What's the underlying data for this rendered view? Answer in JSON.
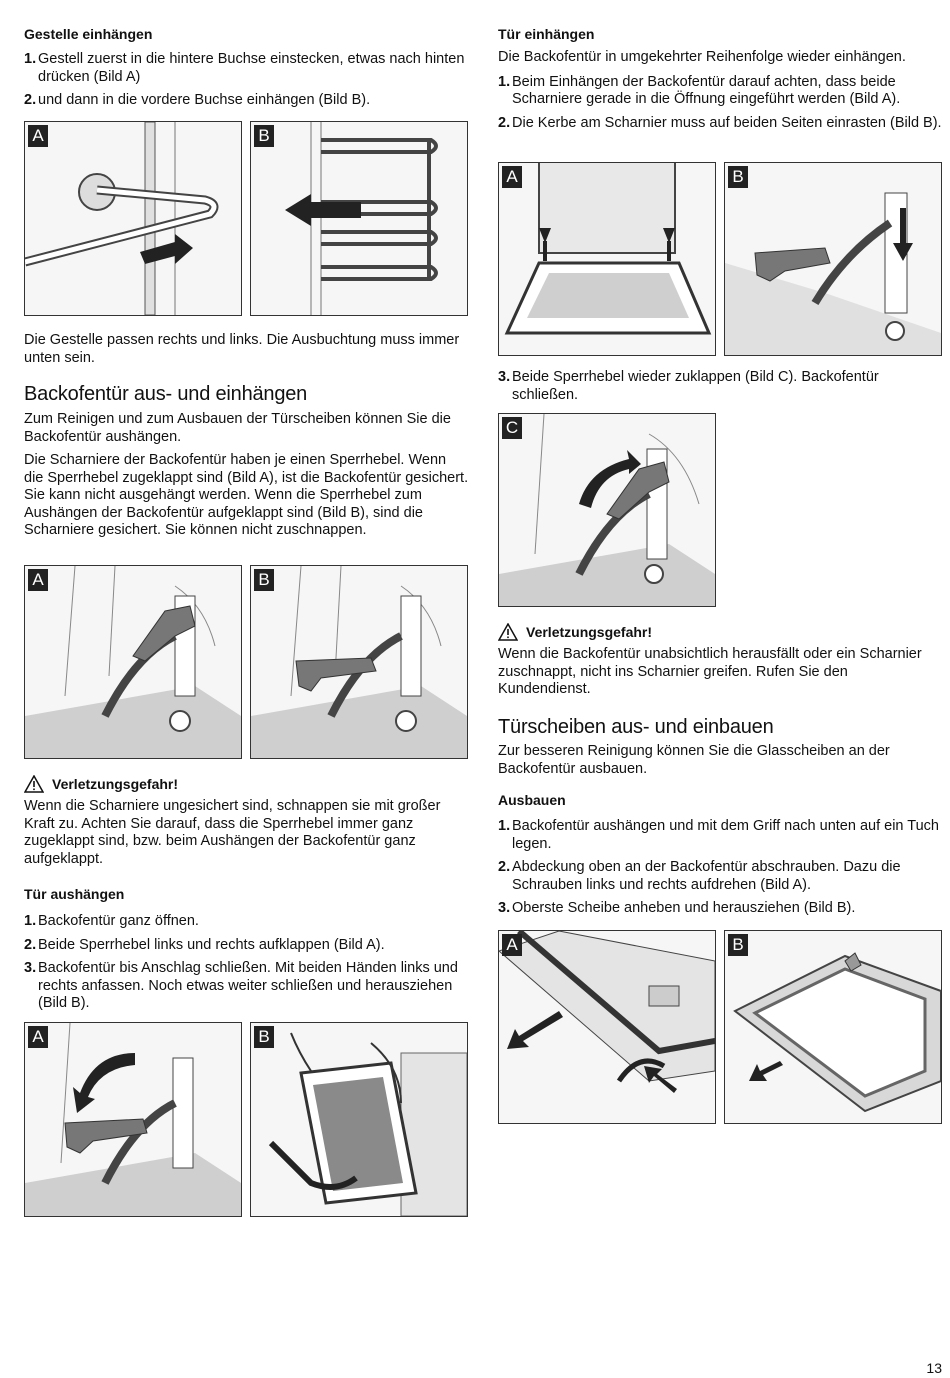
{
  "left": {
    "gestelle": {
      "heading": "Gestelle einhängen",
      "steps": [
        {
          "num": "1.",
          "text": "Gestell zuerst in die hintere Buchse einstecken, etwas nach hinten drücken (Bild A)"
        },
        {
          "num": "2.",
          "text": "und dann in die vordere Buchse einhängen (Bild B)."
        }
      ],
      "figures": [
        "A",
        "B"
      ],
      "note": "Die Gestelle passen rechts und links. Die Ausbuchtung muss immer unten sein."
    },
    "tuer_section": {
      "heading": "Backofentür aus- und einhängen",
      "intro1": "Zum Reinigen und zum Ausbauen der Türscheiben können Sie die Backofentür aushängen.",
      "intro2": "Die Scharniere der Backofentür haben je einen Sperrhebel. Wenn die Sperrhebel zugeklappt sind (Bild A), ist die Backofentür gesichert. Sie kann nicht ausgehängt werden. Wenn die Sperrhebel zum Aushängen der Backofentür aufgeklappt sind (Bild B), sind die Scharniere gesichert. Sie können nicht zuschnappen.",
      "figures": [
        "A",
        "B"
      ]
    },
    "warning": {
      "title": "Verletzungsgefahr!",
      "text": "Wenn die Scharniere ungesichert sind, schnappen sie mit großer Kraft zu. Achten Sie darauf, dass die Sperrhebel immer ganz zugeklappt sind, bzw. beim Aushängen der Backofentür ganz aufgeklappt."
    },
    "aushaengen": {
      "heading": "Tür aushängen",
      "steps": [
        {
          "num": "1.",
          "text": "Backofentür ganz öffnen."
        },
        {
          "num": "2.",
          "text": "Beide Sperrhebel links und rechts aufklappen (Bild A)."
        },
        {
          "num": "3.",
          "text": "Backofentür bis Anschlag schließen. Mit beiden Händen links und rechts anfassen. Noch etwas weiter schließen und herausziehen (Bild B)."
        }
      ],
      "figures": [
        "A",
        "B"
      ]
    }
  },
  "right": {
    "einhaengen": {
      "heading": "Tür einhängen",
      "intro": "Die Backofentür in umgekehrter Reihenfolge wieder einhängen.",
      "steps": [
        {
          "num": "1.",
          "text": "Beim Einhängen der Backofentür darauf achten, dass beide Scharniere gerade in die Öffnung eingeführt werden (Bild A)."
        },
        {
          "num": "2.",
          "text": "Die Kerbe am Scharnier muss auf beiden Seiten einrasten (Bild B)."
        }
      ],
      "figures": [
        "A",
        "B"
      ],
      "step3": {
        "num": "3.",
        "text": "Beide Sperrhebel wieder zuklappen (Bild C). Backofentür schließen."
      },
      "figure_c": "C"
    },
    "warning": {
      "title": "Verletzungsgefahr!",
      "text": "Wenn die Backofentür unabsichtlich herausfällt oder ein Scharnier zuschnappt, nicht ins Scharnier greifen. Rufen Sie den Kundendienst."
    },
    "scheiben": {
      "heading": "Türscheiben aus- und einbauen",
      "intro": "Zur besseren Reinigung können Sie die Glasscheiben an der Backofentür ausbauen.",
      "sub": "Ausbauen",
      "steps": [
        {
          "num": "1.",
          "text": "Backofentür aushängen und mit dem Griff nach unten auf ein Tuch legen."
        },
        {
          "num": "2.",
          "text": "Abdeckung oben an der Backofentür abschrauben. Dazu die Schrauben links und rechts aufdrehen (Bild A)."
        },
        {
          "num": "3.",
          "text": "Oberste Scheibe anheben und herausziehen (Bild B)."
        }
      ],
      "figures": [
        "A",
        "B"
      ]
    }
  },
  "page_number": "13"
}
